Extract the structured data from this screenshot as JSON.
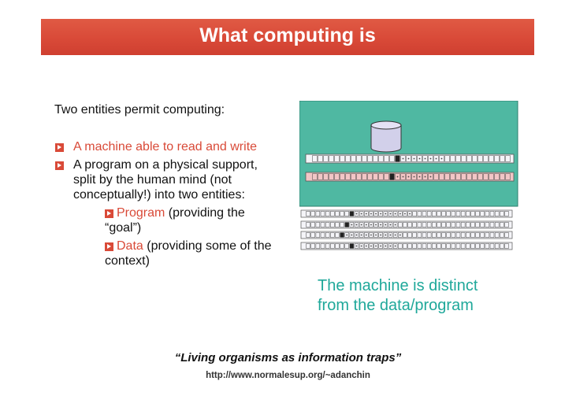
{
  "slide": {
    "title": "What computing is",
    "intro": "Two entities permit computing:",
    "bullets": [
      "A machine able to read and write",
      "A program on a physical support,",
      "split by the human mind (not",
      "conceptually!) into two entities:"
    ],
    "sub_items": [
      {
        "highlight": "Program",
        "rest": " (providing the",
        "line2": "“goal”)"
      },
      {
        "highlight": "Data",
        "rest": " (providing some of the",
        "line2": "context)"
      }
    ],
    "caption_line1": "The machine is distinct",
    "caption_line2": "from the data/program",
    "quote": "“Living organisms as information traps”",
    "url": "http://www.normalesup.org/~adanchin"
  },
  "colors": {
    "banner": "#d94a38",
    "accent_red": "#d94a38",
    "teal_panel": "#4fb8a2",
    "caption_teal": "#1fa89a"
  },
  "icons": [
    "arrow-bullet-icon",
    "cylinder-icon"
  ]
}
